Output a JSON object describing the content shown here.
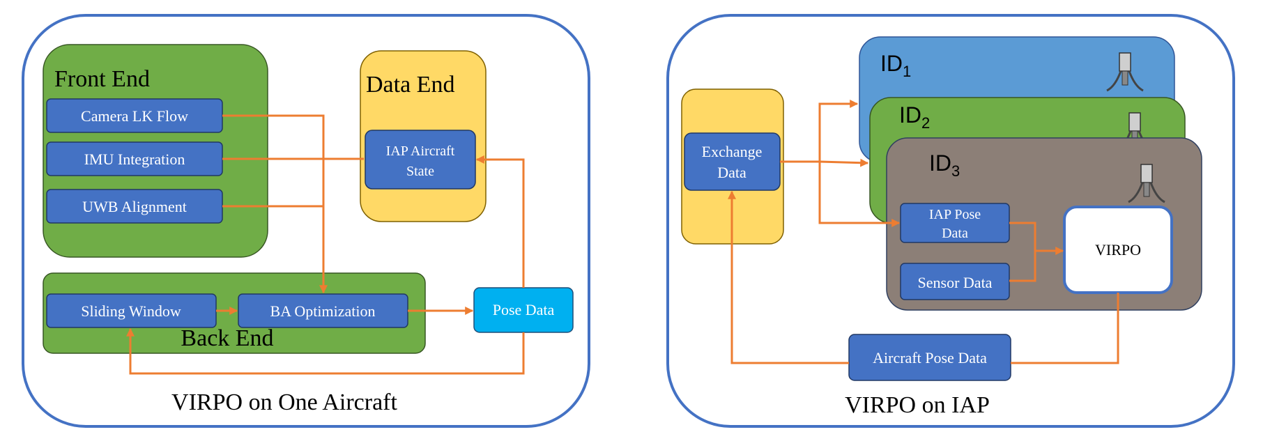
{
  "left_panel": {
    "caption": "VIRPO on One Aircraft",
    "front_end": {
      "title": "Front End",
      "items": [
        "Camera LK Flow",
        "IMU Integration",
        "UWB Alignment"
      ]
    },
    "data_end": {
      "title": "Data End",
      "state_line1": "IAP Aircraft",
      "state_line2": "State"
    },
    "back_end": {
      "title": "Back End",
      "sliding_window": "Sliding Window",
      "ba_optimization": "BA Optimization"
    },
    "pose_data": "Pose Data"
  },
  "right_panel": {
    "caption": "VIRPO on IAP",
    "exchange_line1": "Exchange",
    "exchange_line2": "Data",
    "ids": [
      {
        "prefix": "ID",
        "sub": "1"
      },
      {
        "prefix": "ID",
        "sub": "2"
      },
      {
        "prefix": "ID",
        "sub": "3"
      }
    ],
    "iap_pose_line1": "IAP Pose",
    "iap_pose_line2": "Data",
    "sensor_data": "Sensor Data",
    "virpo": "VIRPO",
    "aircraft_pose_data": "Aircraft Pose Data"
  },
  "colors": {
    "panel_border": "#4472c4",
    "green": "#70ad47",
    "yellow": "#ffd966",
    "box_blue": "#4472c4",
    "pose_cyan": "#00b0f0",
    "arrow_orange": "#ed7d31",
    "id1_blue": "#5b9bd5",
    "id3_gray": "#8c7f77"
  },
  "icons": [
    "drone-icon"
  ]
}
